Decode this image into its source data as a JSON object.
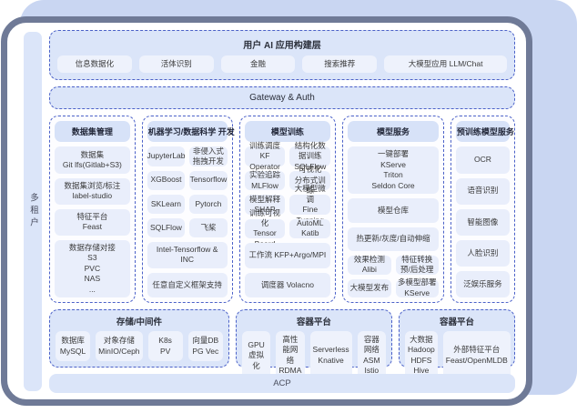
{
  "colors": {
    "back_card": "#c9d6f2",
    "card_border": "#6f7a97",
    "panel_blue": "#dbe5f9",
    "header_blue": "#d7e2f8",
    "item_light": "#eef2fc",
    "item_lavender": "#e9eefb",
    "dashed_border": "#4b61c8"
  },
  "tenant_strip": {
    "label": "多租户"
  },
  "app_layer": {
    "title": "用户 AI 应用构建层",
    "items": [
      "信息数据化",
      "活体识别",
      "金融",
      "搜索推荐",
      "大模型应用 LLM/Chat"
    ]
  },
  "gateway": {
    "label": "Gateway & Auth"
  },
  "columns": [
    {
      "title": "数据集管理",
      "items": [
        "数据集\nGit lfs(Gitlab+S3)",
        "数据集浏览/标注\nlabel-studio",
        "特征平台\nFeast",
        "数据存储对接\nS3\nPVC\nNAS\n..."
      ]
    },
    {
      "title": "机器学习/数据科学 开发",
      "rows": [
        [
          "JupyterLab",
          "非侵入式\n拖拽开发"
        ],
        [
          "XGBoost",
          "Tensorflow"
        ],
        [
          "SKLearn",
          "Pytorch"
        ],
        [
          "SQLFlow",
          "飞桨"
        ]
      ],
      "full_items": [
        "Intel-Tensorflow & INC",
        "任意自定义框架支持"
      ]
    },
    {
      "title": "模型训练",
      "rows": [
        [
          "训练调度\nKF Operator",
          "结构化数据训练\nSQLFlow"
        ],
        [
          "实验追踪\nMLFlow",
          "可视化\n分布式训练"
        ],
        [
          "模型解释\nSHAP",
          "大模型微调\nFine Tunning"
        ],
        [
          "训练可视化\nTensor Board",
          "AutoML\nKatib"
        ]
      ],
      "full_items": [
        "工作流 KFP+Argo/MPI",
        "调度器 Volacno"
      ]
    },
    {
      "title": "模型服务",
      "full_items": [
        "一键部署\nKServe\nTriton\nSeldon Core",
        "模型仓库",
        "热更新/灰度/自动伸缩"
      ],
      "rows": [
        [
          "效果检测\nAlibi",
          "特征转换\n预/后处理"
        ],
        [
          "大模型发布",
          "多模型部署\nKServe"
        ]
      ]
    },
    {
      "title": "预训练模型服务",
      "items": [
        "OCR",
        "语音识别",
        "智能图像",
        "人脸识别",
        "泛娱乐服务"
      ]
    }
  ],
  "bottom_sections": [
    {
      "title": "存储/中间件",
      "items": [
        "数据库\nMySQL",
        "对象存储\nMinIO/Ceph",
        "K8s\nPV",
        "向量DB\nPG Vec"
      ]
    },
    {
      "title": "容器平台",
      "items": [
        "GPU\n虚拟化",
        "高性能网络\nRDMA",
        "Serverless\nKnative",
        "容器网络\nASM Istio"
      ]
    },
    {
      "title": "容器平台",
      "items": [
        "大数据\nHadoop HDFS\nHive",
        "外部特征平台\nFeast/OpenMLDB"
      ]
    }
  ],
  "acp": {
    "label": "ACP"
  }
}
